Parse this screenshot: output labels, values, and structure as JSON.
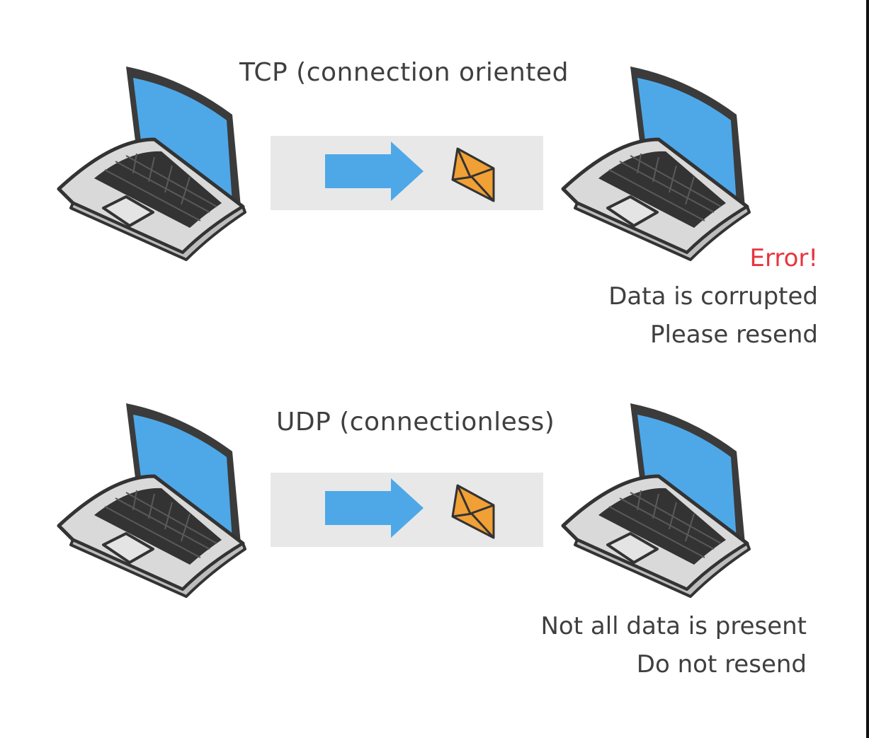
{
  "colors": {
    "screen": "#4ea8e8",
    "arrow": "#4ea8e8",
    "envelope": "#f0a035",
    "channel": "#e8e8e8",
    "error": "#e8343e",
    "text": "#3f3f3f"
  },
  "tcp": {
    "title": "TCP (connection oriented",
    "sender_icon": "laptop-icon",
    "receiver_icon": "laptop-icon",
    "packet_icon": "envelope-icon",
    "error_label": "Error!",
    "message_lines": [
      "Data is corrupted",
      "Please resend"
    ]
  },
  "udp": {
    "title": "UDP (connectionless)",
    "sender_icon": "laptop-icon",
    "receiver_icon": "laptop-icon",
    "packet_icon": "envelope-icon",
    "message_lines": [
      "Not all data is present",
      "Do not resend"
    ]
  }
}
